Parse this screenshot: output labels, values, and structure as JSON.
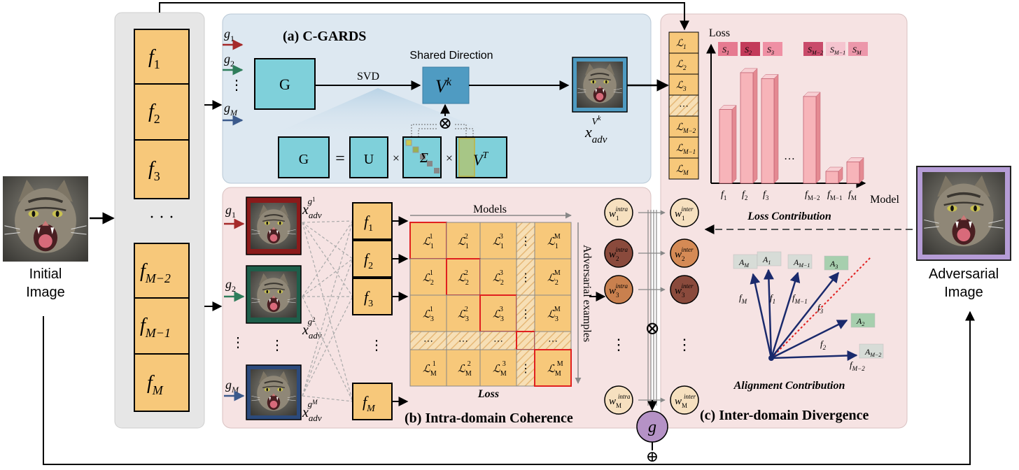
{
  "labels": {
    "initial_image": [
      "Initial",
      "Image"
    ],
    "adversarial_image": [
      "Adversarial",
      "Image"
    ]
  },
  "model_bank": {
    "top": [
      "f",
      "1"
    ],
    "items": [
      {
        "base": "f",
        "sub": "1"
      },
      {
        "base": "f",
        "sub": "2"
      },
      {
        "base": "f",
        "sub": "3"
      },
      {
        "base": "f",
        "sub": "M−2"
      },
      {
        "base": "f",
        "sub": "M−1"
      },
      {
        "base": "f",
        "sub": "M"
      }
    ],
    "ellipsis": "· · ·"
  },
  "panel_a": {
    "title": "(a)  C-GARDS",
    "g_inputs": [
      {
        "base": "g",
        "sub": "1",
        "color": "#a52a2a"
      },
      {
        "base": "g",
        "sub": "2",
        "color": "#2e7d5b"
      },
      {
        "base": "g",
        "sub": "M",
        "color": "#3b5a8c"
      }
    ],
    "g_box": "G",
    "svd_label": "SVD",
    "shared_direction": "Shared Direction",
    "v_box": {
      "base": "V",
      "sup": "k"
    },
    "equation": {
      "g": "G",
      "eq": "=",
      "u": "U",
      "times": "×",
      "sigma": "Σ",
      "vt": {
        "base": "V",
        "sup": "T"
      }
    },
    "otimes": "⊗",
    "output_label": {
      "base": "x",
      "sub": "adv",
      "sup": "V",
      "supsup": "k"
    }
  },
  "panel_b": {
    "title": "(b)  Intra-domain Coherence",
    "g_inputs": [
      {
        "base": "g",
        "sub": "1",
        "color": "#a52a2a",
        "frame": "#8b1a1a"
      },
      {
        "base": "g",
        "sub": "2",
        "color": "#2e7d5b",
        "frame": "#1e5e4a"
      },
      {
        "base": "g",
        "sub": "M",
        "color": "#3b5a8c",
        "frame": "#2c4a7c"
      }
    ],
    "adv_labels": [
      {
        "base": "x",
        "sub": "adv",
        "sup": "g",
        "supsub": "1"
      },
      {
        "base": "x",
        "sub": "adv",
        "sup": "g",
        "supsub": "2"
      },
      {
        "base": "x",
        "sub": "adv",
        "sup": "g",
        "supsub": "M"
      }
    ],
    "models": [
      {
        "base": "f",
        "sub": "1"
      },
      {
        "base": "f",
        "sub": "2"
      },
      {
        "base": "f",
        "sub": "3"
      },
      {
        "base": "f",
        "sub": "M"
      }
    ],
    "models_label": "Models",
    "adv_examples_label": "Adversarial examples",
    "loss_label": "Loss",
    "matrix_rows": [
      "1",
      "2",
      "3",
      "…",
      "M"
    ],
    "matrix_cols": [
      "1",
      "2",
      "3",
      "…",
      "M"
    ],
    "cell_base": "ℒ",
    "dots": "⋯"
  },
  "panel_c": {
    "title": "(c)  Inter-domain Divergence",
    "loss_axis": "Loss",
    "model_axis": "Model",
    "loss_contribution": "Loss Contribution",
    "alignment_contribution": "Alignment Contribution",
    "loss_stack": [
      "1",
      "2",
      "3",
      "⋯",
      "M−2",
      "M−1",
      "M"
    ],
    "s_labels": [
      "1",
      "2",
      "3",
      "M−2",
      "M−1",
      "M"
    ],
    "bar_categories": [
      "f1",
      "f2",
      "f3",
      "fM−2",
      "fM−1",
      "fM"
    ],
    "bar_values": [
      0.62,
      0.93,
      0.88,
      0.73,
      0.1,
      0.18
    ],
    "bar_ellipsis": "…",
    "align_boxes": [
      "M",
      "1",
      "M−1",
      "3",
      "2",
      "M−2"
    ],
    "align_vec_labels": [
      "M",
      "1",
      "M−1",
      "3",
      "2",
      "M−2"
    ]
  },
  "weights": {
    "intra": [
      "1",
      "2",
      "3",
      "M"
    ],
    "inter": [
      "1",
      "2",
      "3",
      "M"
    ],
    "intra_sup": "intra",
    "inter_sup": "inter"
  },
  "g_node": "g",
  "oplus": "⊕",
  "otimes": "⊗",
  "colors": {
    "model_fill": "#f7c87a",
    "panel_a_bg": "#dde8f1",
    "panel_bc_bg": "#f6e3e3",
    "gray_bank": "#e6e6e6",
    "teal_box": "#7fd0da",
    "red_highlight": "#e02020",
    "bar_fill": "#f7b4b9",
    "g_node_fill": "#b592c6"
  }
}
